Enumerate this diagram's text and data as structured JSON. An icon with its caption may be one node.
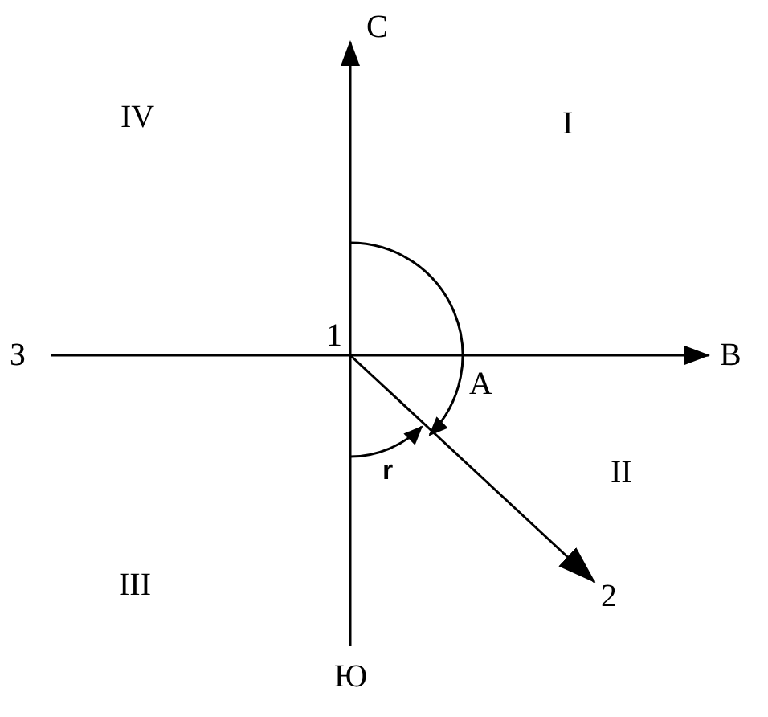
{
  "diagram": {
    "nodes": [
      {
        "text": [
          "1"
        ]
      },
      {
        "text": [
          "2"
        ]
      }
    ],
    "edges": [
      {
        "from": 0,
        "to": 1,
        "arrow": "to"
      }
    ],
    "labels": [
      "С",
      "IV",
      "I",
      "З",
      "В",
      "A",
      "r",
      "II",
      "III",
      "Ю"
    ]
  }
}
